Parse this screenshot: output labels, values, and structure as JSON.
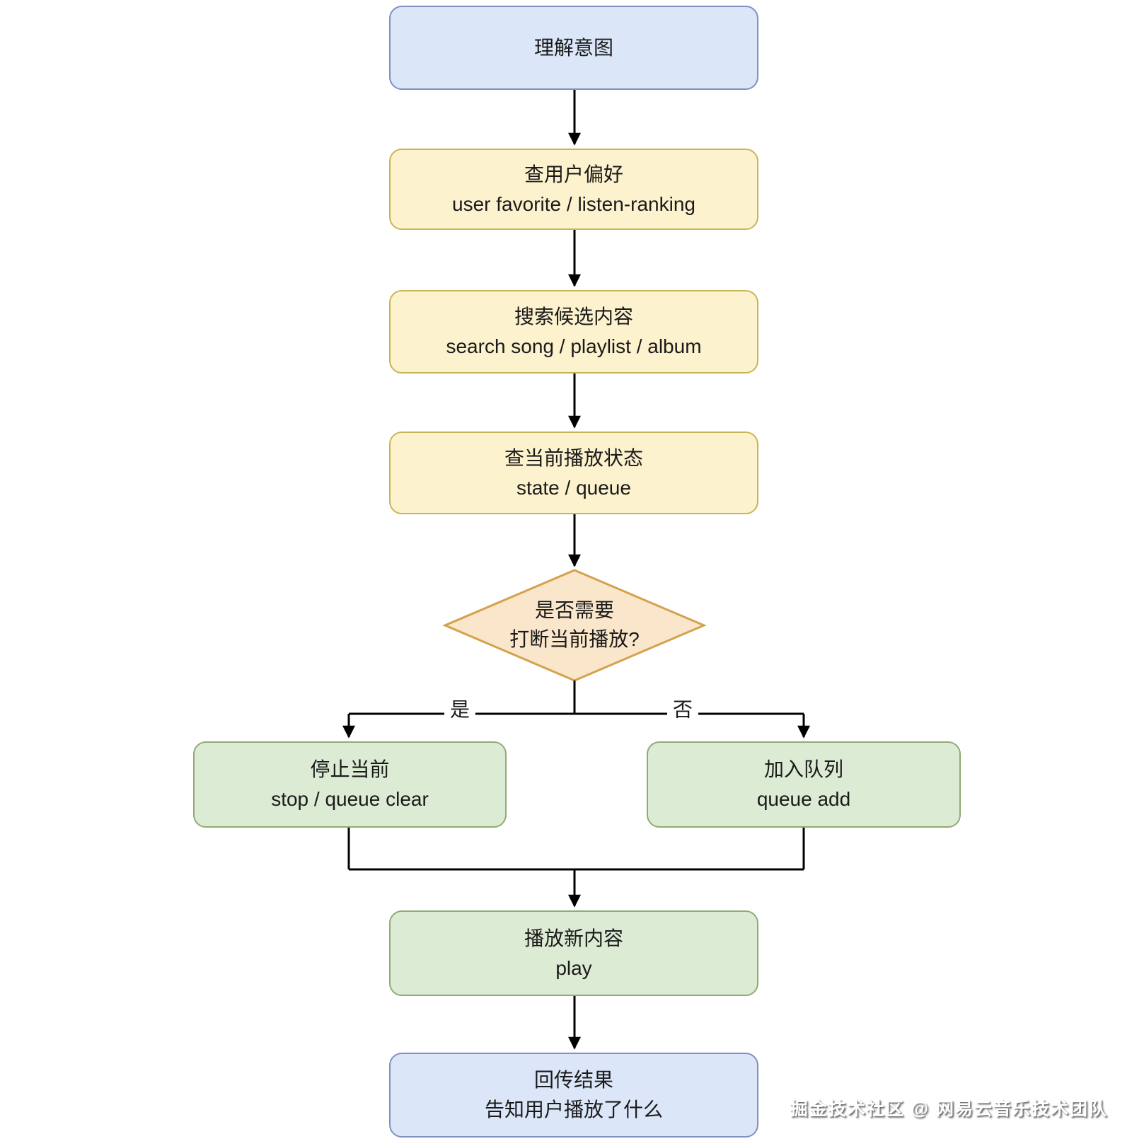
{
  "diagram": {
    "type": "flowchart",
    "nodes": {
      "understand": {
        "line1": "理解意图",
        "shape": "rounded-rect",
        "variant": "blue"
      },
      "user_pref": {
        "line1": "查用户偏好",
        "line2": "user favorite / listen-ranking",
        "shape": "rounded-rect",
        "variant": "yellow"
      },
      "search": {
        "line1": "搜索候选内容",
        "line2": "search song / playlist / album",
        "shape": "rounded-rect",
        "variant": "yellow"
      },
      "play_state": {
        "line1": "查当前播放状态",
        "line2": "state / queue",
        "shape": "rounded-rect",
        "variant": "yellow"
      },
      "decision": {
        "line1": "是否需要",
        "line2": "打断当前播放?",
        "shape": "diamond",
        "variant": "orange"
      },
      "stop": {
        "line1": "停止当前",
        "line2": "stop / queue clear",
        "shape": "rounded-rect",
        "variant": "green"
      },
      "queue_add": {
        "line1": "加入队列",
        "line2": "queue add",
        "shape": "rounded-rect",
        "variant": "green"
      },
      "play": {
        "line1": "播放新内容",
        "line2": "play",
        "shape": "rounded-rect",
        "variant": "green"
      },
      "result": {
        "line1": "回传结果",
        "line2": "告知用户播放了什么",
        "shape": "rounded-rect",
        "variant": "blue"
      }
    },
    "edges": {
      "yes_label": "是",
      "no_label": "否"
    },
    "colors": {
      "blue_fill": "#dbe6f8",
      "blue_border": "#8090c0",
      "yellow_fill": "#fdf2ce",
      "yellow_border": "#c9b458",
      "green_fill": "#dcebd4",
      "green_border": "#90ab73",
      "diamond_fill": "#fae6cb",
      "diamond_border": "#d4a24e",
      "connector": "#000000"
    }
  },
  "watermark": {
    "text": "掘金技术社区 @ 网易云音乐技术团队"
  }
}
